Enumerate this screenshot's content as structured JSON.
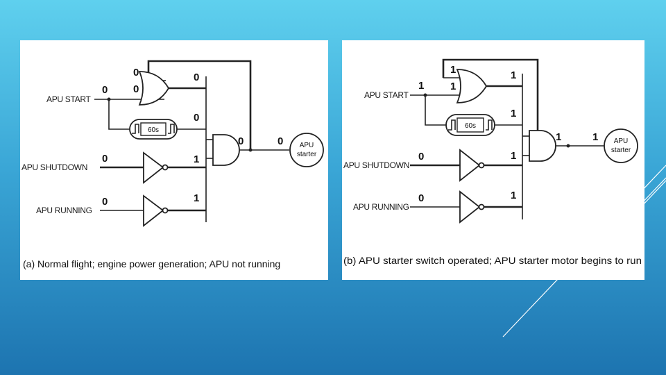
{
  "panel_a": {
    "caption": "(a)  Normal flight; engine power generation; APU not  running",
    "inputs": {
      "apu_start": {
        "label": "APU START",
        "value": "0"
      },
      "apu_shutdown": {
        "label": "APU SHUTDOWN",
        "value": "0"
      },
      "apu_running": {
        "label": "APU RUNNING",
        "value": "0"
      }
    },
    "or_inputs": [
      "0",
      "0"
    ],
    "timer_label": "60s",
    "and_inputs": [
      "0",
      "0",
      "1",
      "1"
    ],
    "and_output": "0",
    "starter_input": "0",
    "starter_label": [
      "APU",
      "starter"
    ]
  },
  "panel_b": {
    "caption": "(b)  APU starter switch operated; APU starter motor begins to run",
    "inputs": {
      "apu_start": {
        "label": "APU START",
        "value": "1"
      },
      "apu_shutdown": {
        "label": "APU SHUTDOWN",
        "value": "0"
      },
      "apu_running": {
        "label": "APU RUNNING",
        "value": "0"
      }
    },
    "or_inputs": [
      "1",
      "1"
    ],
    "timer_label": "60s",
    "and_inputs": [
      "1",
      "1",
      "1",
      "1"
    ],
    "and_output": "1",
    "starter_input": "1",
    "starter_label": [
      "APU",
      "starter"
    ]
  }
}
